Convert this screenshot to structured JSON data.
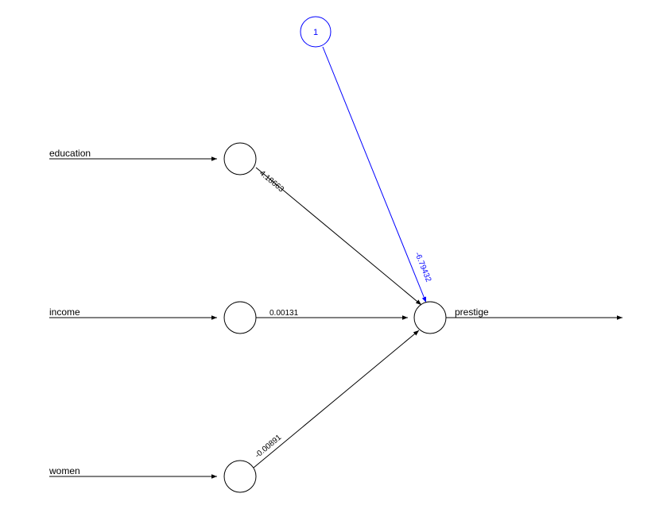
{
  "colors": {
    "main": "#000000",
    "bias": "#0000ff",
    "background": "#ffffff"
  },
  "network": {
    "inputs": [
      {
        "label": "education",
        "weight": "4.18663"
      },
      {
        "label": "income",
        "weight": "0.00131"
      },
      {
        "label": "women",
        "weight": "-0.00891"
      }
    ],
    "bias": {
      "label": "1",
      "weight": "-6.79432"
    },
    "output": {
      "label": "prestige"
    }
  }
}
